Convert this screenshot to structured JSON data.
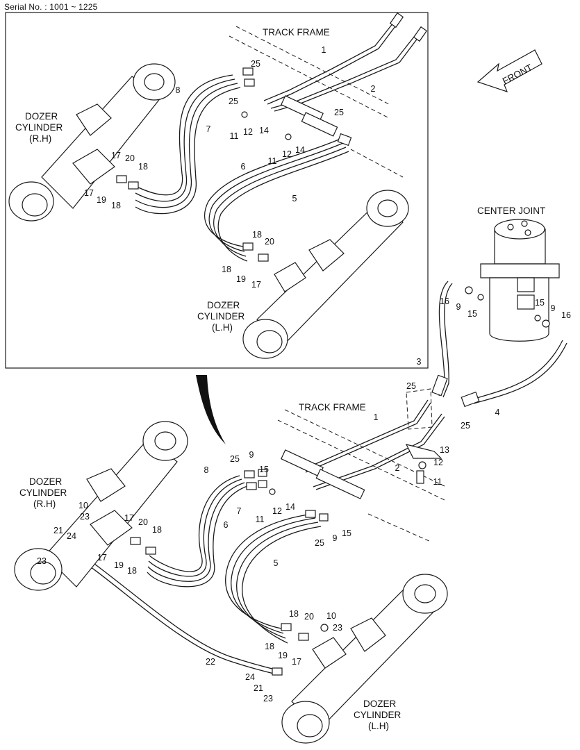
{
  "serial": "Serial No. : 1001 ~ 1225",
  "front": "FRONT",
  "labels": {
    "track_frame": "TRACK FRAME",
    "center_joint": "CENTER JOINT",
    "dozer": "DOZER",
    "cylinder": "CYLINDER",
    "rh": "(R.H)",
    "lh": "(L.H)"
  },
  "callouts_inset": [
    "1",
    "2",
    "25",
    "8",
    "7",
    "25",
    "25",
    "12",
    "14",
    "11",
    "12",
    "14",
    "11",
    "6",
    "5",
    "17",
    "20",
    "18",
    "17",
    "19",
    "18",
    "18",
    "20",
    "18",
    "19",
    "17"
  ],
  "callouts_joint": [
    "16",
    "9",
    "15",
    "15",
    "9",
    "16",
    "3",
    "25",
    "4"
  ],
  "callouts_main": [
    "1",
    "2",
    "25",
    "13",
    "12",
    "11",
    "8",
    "9",
    "15",
    "25",
    "7",
    "12",
    "14",
    "11",
    "6",
    "25",
    "9",
    "15",
    "5",
    "10",
    "23",
    "17",
    "20",
    "18",
    "21",
    "24",
    "23",
    "17",
    "19",
    "18",
    "18",
    "20",
    "10",
    "23",
    "18",
    "19",
    "17",
    "22",
    "24",
    "21",
    "23"
  ]
}
